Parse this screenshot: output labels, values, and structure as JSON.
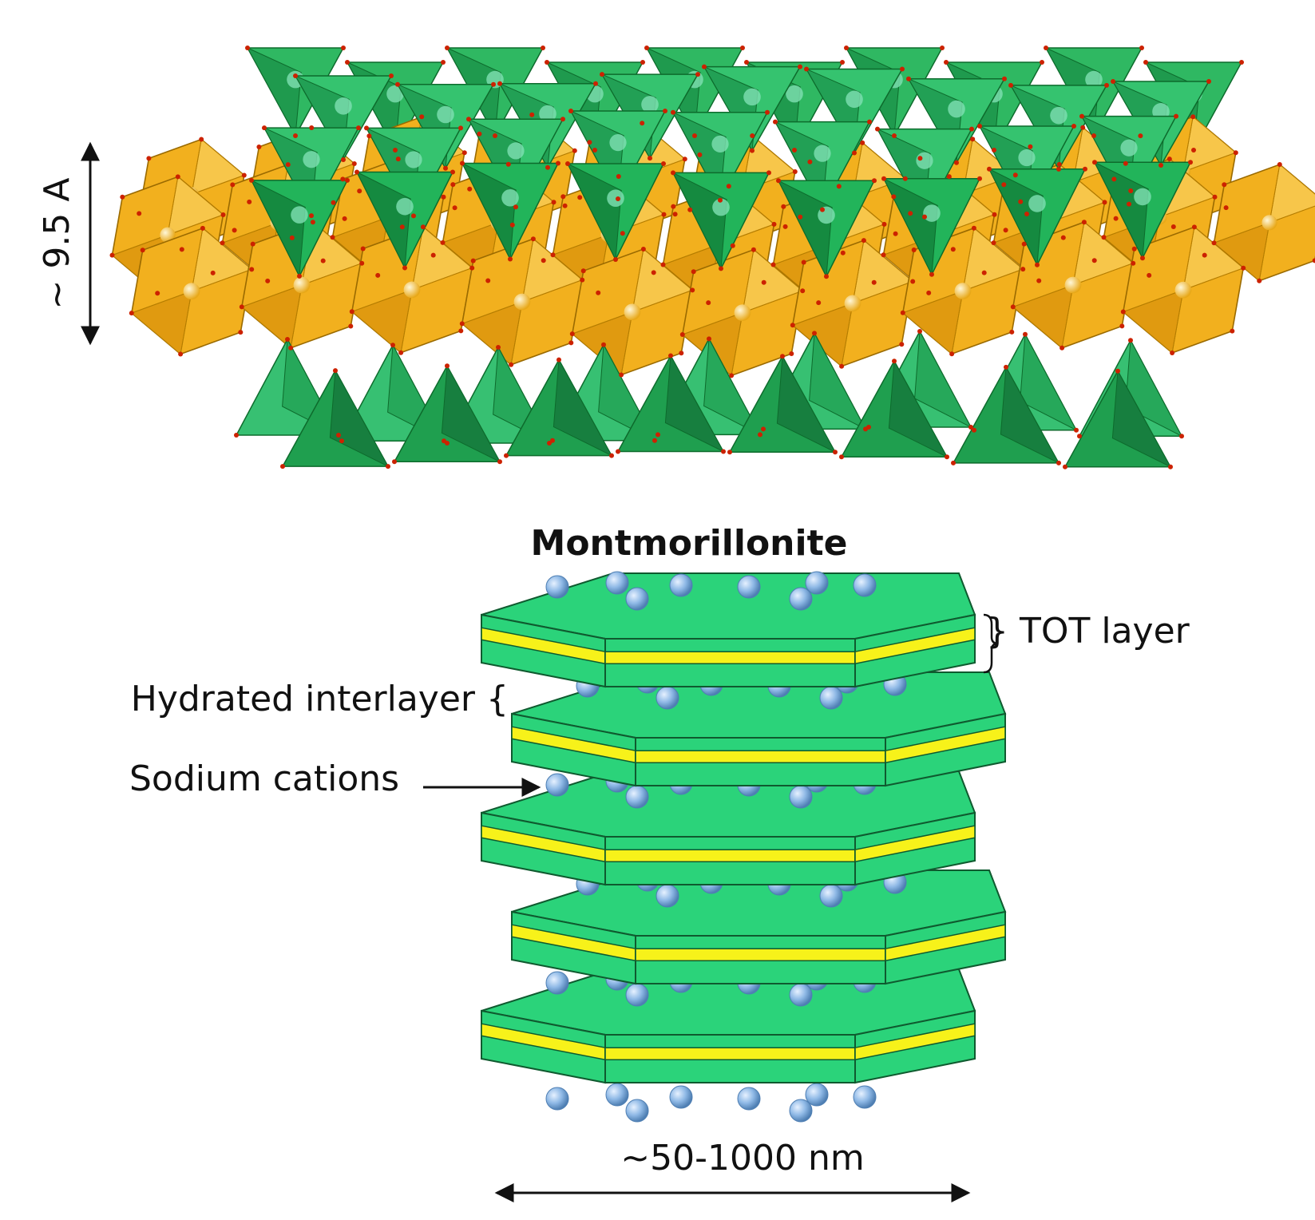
{
  "figure": {
    "crystal_structure": {
      "thickness_label": "~ 9.5 A",
      "tetrahedra_color": "#1fa24a",
      "octahedra_color": "#f2b01e",
      "oxygen_color": "#cc2200"
    },
    "schematic": {
      "title": "Montmorillonite",
      "tot_layer_label": "} TOT layer",
      "interlayer_label": "Hydrated interlayer {",
      "cation_label": "Sodium cations",
      "width_label": "~50-1000 nm",
      "layer_count": 5,
      "sheet_green": "#2bd37a",
      "sheet_yellow": "#f7f21a",
      "cation_color": "#8fb9e6"
    }
  }
}
